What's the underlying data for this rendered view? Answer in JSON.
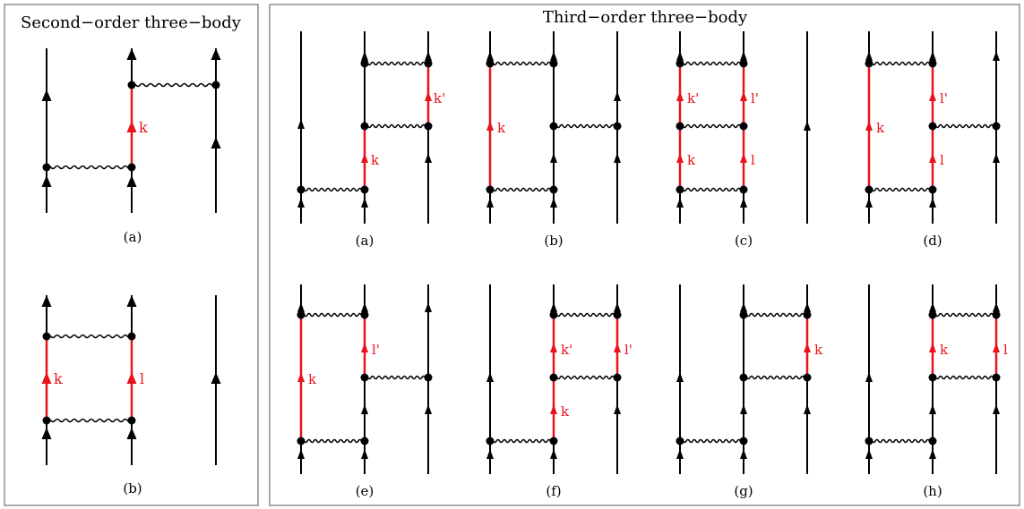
{
  "panels": [
    {
      "id": "second",
      "title": "Second−order three−body",
      "diagrams": [
        {
          "caption": "(a)",
          "lines": [
            {
              "type": "plain",
              "arrows": 2
            },
            {
              "type": "mixed",
              "arrows": 2,
              "red": {
                "label": "k"
              }
            },
            {
              "type": "plain",
              "arrows": 2
            }
          ],
          "interactions": [
            {
              "from": 0,
              "to": 1,
              "level": "low"
            },
            {
              "from": 1,
              "to": 2,
              "level": "high"
            }
          ]
        },
        {
          "caption": "(b)",
          "lines": [
            {
              "type": "mixed",
              "arrows": 2,
              "red": {
                "label": "k"
              }
            },
            {
              "type": "mixed",
              "arrows": 2,
              "red": {
                "label": "l"
              }
            },
            {
              "type": "plain",
              "arrows": 1
            }
          ],
          "interactions": [
            {
              "from": 0,
              "to": 1,
              "level": "low"
            },
            {
              "from": 0,
              "to": 1,
              "level": "high"
            }
          ]
        }
      ]
    },
    {
      "id": "third",
      "title": "Third−order three−body",
      "diagrams": [
        {
          "caption": "(a)",
          "red_labels": [
            "k",
            "k'"
          ]
        },
        {
          "caption": "(b)",
          "red_labels": [
            "k"
          ]
        },
        {
          "caption": "(c)",
          "red_labels": [
            "k",
            "k'",
            "l",
            "l'"
          ]
        },
        {
          "caption": "(d)",
          "red_labels": [
            "k",
            "l",
            "l'"
          ]
        },
        {
          "caption": "(e)",
          "red_labels": [
            "k",
            "l'"
          ]
        },
        {
          "caption": "(f)",
          "red_labels": [
            "k",
            "k'",
            "l'"
          ]
        },
        {
          "caption": "(g)",
          "red_labels": [
            "k"
          ]
        },
        {
          "caption": "(h)",
          "red_labels": [
            "k",
            "l"
          ]
        }
      ]
    }
  ],
  "colors": {
    "line": "#000000",
    "highlight": "#e8141c",
    "border": "#555555"
  }
}
